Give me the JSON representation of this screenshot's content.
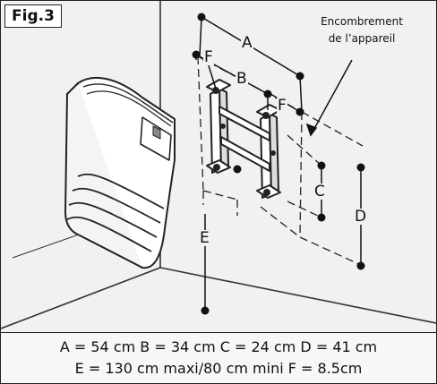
{
  "figure": {
    "label": "Fig.3",
    "callout_text": [
      "Encombrement",
      "de l’appareil"
    ],
    "dimension_letters": {
      "A": "A",
      "B": "B",
      "C": "C",
      "D": "D",
      "E": "E",
      "F1": "F",
      "F2": "F"
    }
  },
  "legend": {
    "line1": "A = 54 cm   B = 34 cm  C = 24 cm    D = 41 cm",
    "line2": "E = 130 cm maxi/80 cm mini  F = 8.5cm"
  },
  "colors": {
    "background": "#f1f1f1",
    "ink": "#111111",
    "legend_bg": "#f7f7f7"
  }
}
